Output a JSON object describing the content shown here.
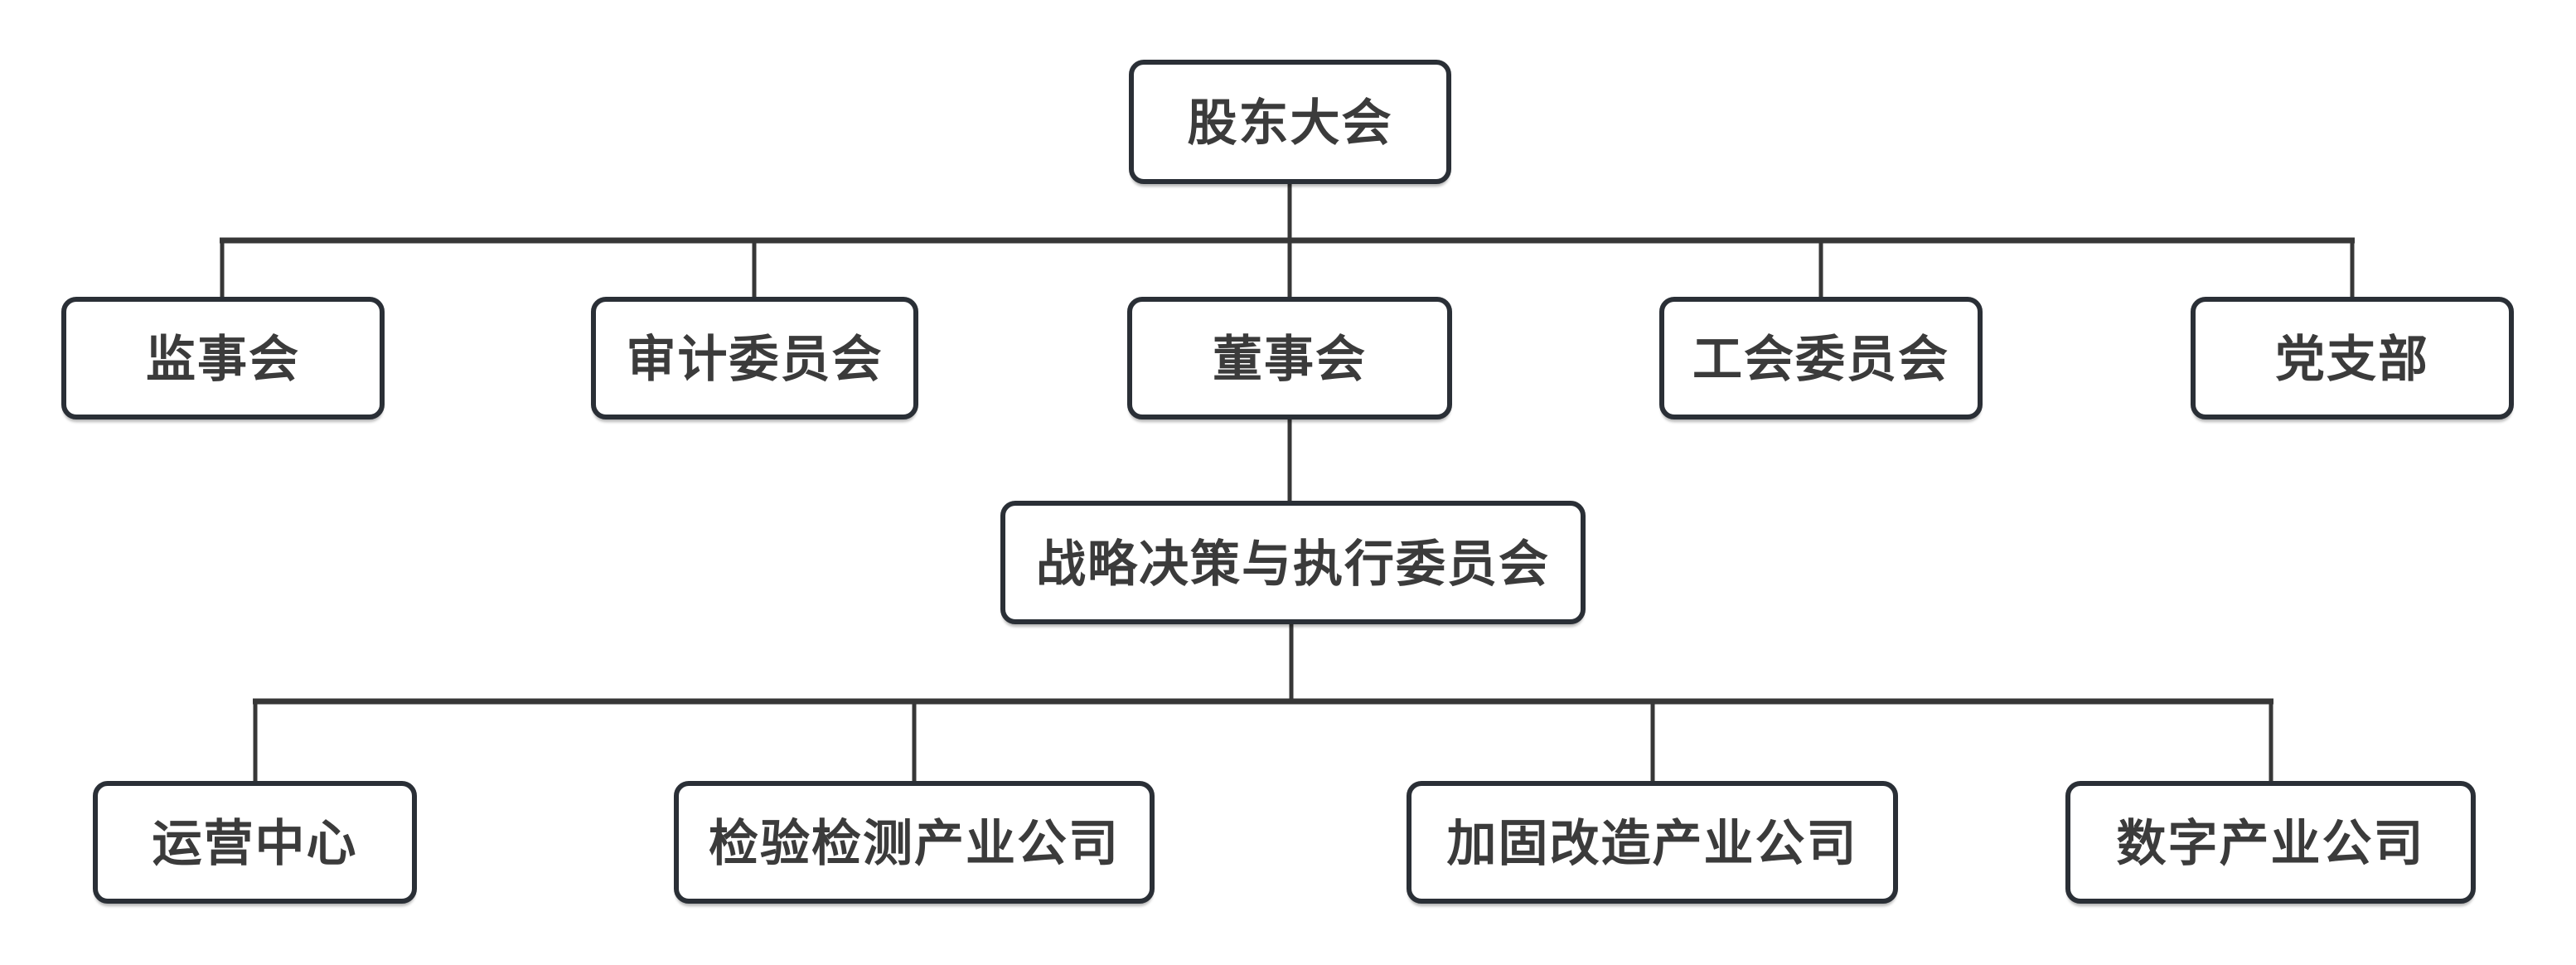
{
  "diagram": {
    "type": "org-chart",
    "background": "#ffffff",
    "colors": {
      "node_border": "#2a2f36",
      "node_fill": "#ffffff",
      "node_text": "#3b3b3b",
      "connector": "#373737"
    },
    "nodes": {
      "gudong": {
        "label": "股东大会",
        "level": 1
      },
      "jianshihui": {
        "label": "监事会",
        "level": 2
      },
      "shenji": {
        "label": "审计委员会",
        "level": 2
      },
      "dongshihui": {
        "label": "董事会",
        "level": 2
      },
      "gonghui": {
        "label": "工会委员会",
        "level": 2
      },
      "dangzhibu": {
        "label": "党支部",
        "level": 2
      },
      "zhanlue": {
        "label": "战略决策与执行委员会",
        "level": 3
      },
      "yunying": {
        "label": "运营中心",
        "level": 4
      },
      "jianyan": {
        "label": "检验检测产业公司",
        "level": 4
      },
      "jiagu": {
        "label": "加固改造产业公司",
        "level": 4
      },
      "shuzi": {
        "label": "数字产业公司",
        "level": 4
      }
    },
    "edges": [
      {
        "from": "股东大会",
        "to": "监事会"
      },
      {
        "from": "股东大会",
        "to": "审计委员会"
      },
      {
        "from": "股东大会",
        "to": "董事会"
      },
      {
        "from": "股东大会",
        "to": "工会委员会"
      },
      {
        "from": "股东大会",
        "to": "党支部"
      },
      {
        "from": "董事会",
        "to": "战略决策与执行委员会"
      },
      {
        "from": "战略决策与执行委员会",
        "to": "运营中心"
      },
      {
        "from": "战略决策与执行委员会",
        "to": "检验检测产业公司"
      },
      {
        "from": "战略决策与执行委员会",
        "to": "加固改造产业公司"
      },
      {
        "from": "战略决策与执行委员会",
        "to": "数字产业公司"
      }
    ]
  }
}
